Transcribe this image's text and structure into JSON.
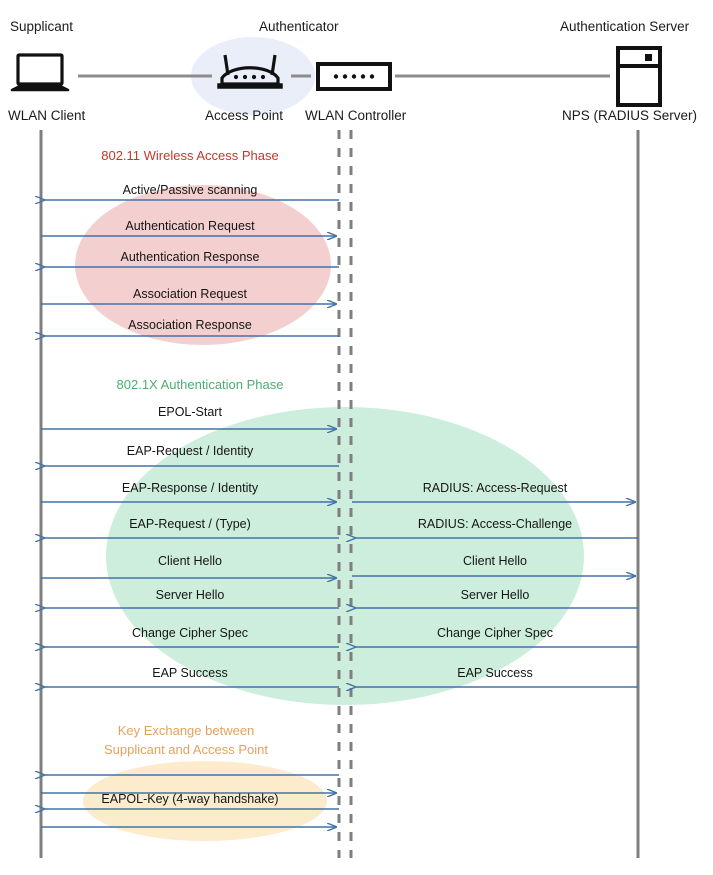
{
  "diagram": {
    "title": "802.1X / WPA2-Enterprise WLAN authentication sequence",
    "colors": {
      "lifeline": "#7f7f7f",
      "arrow": "#4472a8",
      "phase_wireless": "#c0392b",
      "phase_dot1x": "#4cae72",
      "phase_key": "#e2a25f",
      "ellipse_wireless": "#f2cbcb",
      "ellipse_dot1x": "#cceedd",
      "ellipse_key": "#fcecc8",
      "ellipse_authenticator": "#e8edf7",
      "icon": "#111111",
      "link": "#808080"
    }
  },
  "roles": [
    {
      "id": "supplicant",
      "role_label": "Supplicant",
      "node_label": "WLAN Client",
      "icon": "laptop-icon"
    },
    {
      "id": "authenticator",
      "role_label": "Authenticator",
      "node_label": "Access Point",
      "icon": "access-point-icon"
    },
    {
      "id": "controller",
      "role_label": "",
      "node_label": "WLAN Controller",
      "icon": "wlan-controller-icon"
    },
    {
      "id": "authserver",
      "role_label": "Authentication Server",
      "node_label": "NPS (RADIUS Server)",
      "icon": "server-icon"
    }
  ],
  "phases": [
    {
      "id": "wireless",
      "label": "802.11 Wireless Access Phase",
      "color": "#c0392b"
    },
    {
      "id": "dot1x",
      "label": "802.1X Authentication Phase",
      "color": "#4cae72"
    },
    {
      "id": "keyexch",
      "label_line1": "Key Exchange between",
      "label_line2": "Supplicant and Access Point",
      "color": "#e2a25f"
    }
  ],
  "messages": {
    "wireless": [
      {
        "text": "Active/Passive scanning",
        "direction": "left",
        "lane": "left"
      },
      {
        "text": "Authentication Request",
        "direction": "right",
        "lane": "left"
      },
      {
        "text": "Authentication Response",
        "direction": "left",
        "lane": "left"
      },
      {
        "text": "Association Request",
        "direction": "right",
        "lane": "left"
      },
      {
        "text": "Association Response",
        "direction": "left",
        "lane": "left"
      }
    ],
    "dot1x_left": [
      {
        "text": "EPOL-Start",
        "direction": "right"
      },
      {
        "text": "EAP-Request / Identity",
        "direction": "left"
      },
      {
        "text": "EAP-Response / Identity",
        "direction": "right"
      },
      {
        "text": "EAP-Request / (Type)",
        "direction": "left"
      },
      {
        "text": "Client Hello",
        "direction": "right"
      },
      {
        "text": "Server Hello",
        "direction": "left"
      },
      {
        "text": "Change Cipher Spec",
        "direction": "left"
      },
      {
        "text": "EAP Success",
        "direction": "left"
      }
    ],
    "dot1x_right": [
      {
        "text": "RADIUS: Access-Request",
        "direction": "right"
      },
      {
        "text": "RADIUS: Access-Challenge",
        "direction": "left"
      },
      {
        "text": "Client Hello",
        "direction": "right"
      },
      {
        "text": "Server Hello",
        "direction": "left"
      },
      {
        "text": "Change Cipher Spec",
        "direction": "left"
      },
      {
        "text": "EAP Success",
        "direction": "left"
      }
    ],
    "keyexch": [
      {
        "text": "",
        "direction": "left"
      },
      {
        "text": "",
        "direction": "right"
      },
      {
        "text": "EAPOL-Key (4-way handshake)",
        "direction": "left"
      },
      {
        "text": "",
        "direction": "right"
      }
    ]
  }
}
